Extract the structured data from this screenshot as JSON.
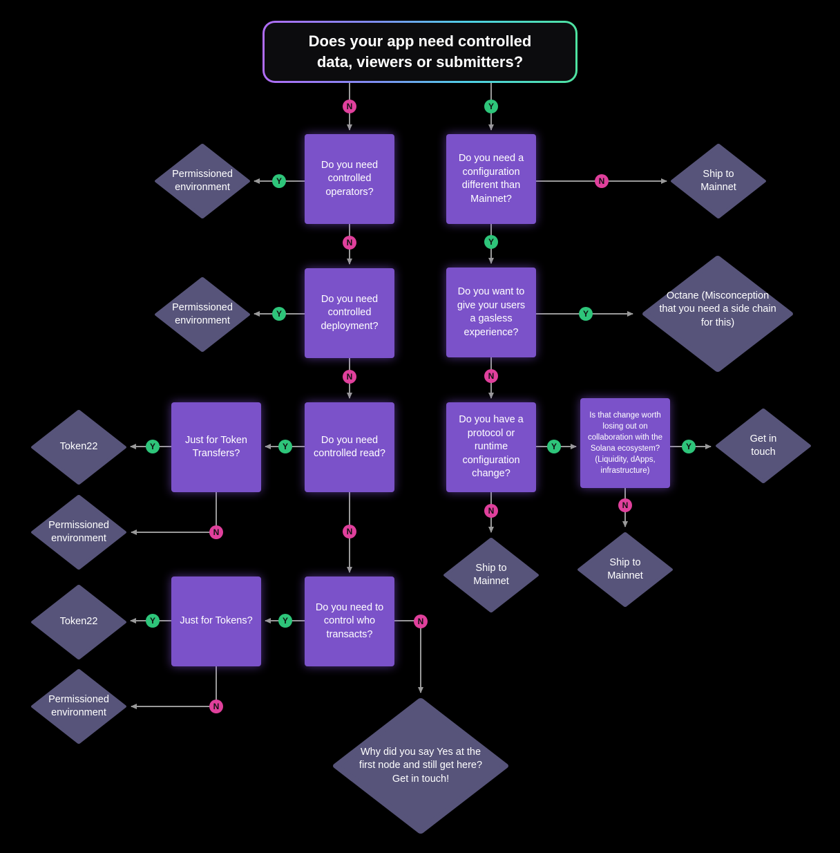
{
  "title": "Does your app need controlled data, viewers or submitters?",
  "colors": {
    "question": "#7b52c9",
    "terminal": "#57547a",
    "yes": "#2ec57a",
    "no": "#e0409c",
    "line": "#9a9a9a"
  },
  "badges": {
    "yes": "Y",
    "no": "N"
  },
  "questions": {
    "operators": "Do you need controlled operators?",
    "deployment": "Do you need controlled deployment?",
    "read": "Do you need controlled  read?",
    "transacts": "Do you need to control who transacts?",
    "token_transfers": "Just for Token Transfers?",
    "tokens": "Just for Tokens?",
    "configuration": "Do you need a configuration different than Mainnet?",
    "gasless": "Do you want to give your users a gasless experience?",
    "protocol": "Do you have a protocol or runtime configuration change?",
    "worth": "Is that change worth losing out on collaboration with the Solana ecosystem? (Liquidity, dApps, infrastructure)"
  },
  "outcomes": {
    "perm_1": "Permissioned environment",
    "perm_2": "Permissioned environment",
    "perm_3": "Permissioned environment",
    "perm_4": "Permissioned environment",
    "token22_1": "Token22",
    "token22_2": "Token22",
    "mainnet_1": "Ship to Mainnet",
    "mainnet_2": "Ship to Mainnet",
    "mainnet_3": "Ship to Mainnet",
    "octane": "Octane (Misconception that you need a side chain for this)",
    "get_in_touch": "Get in touch",
    "why": "Why did you say Yes at the first node and still get here? Get in touch!"
  }
}
